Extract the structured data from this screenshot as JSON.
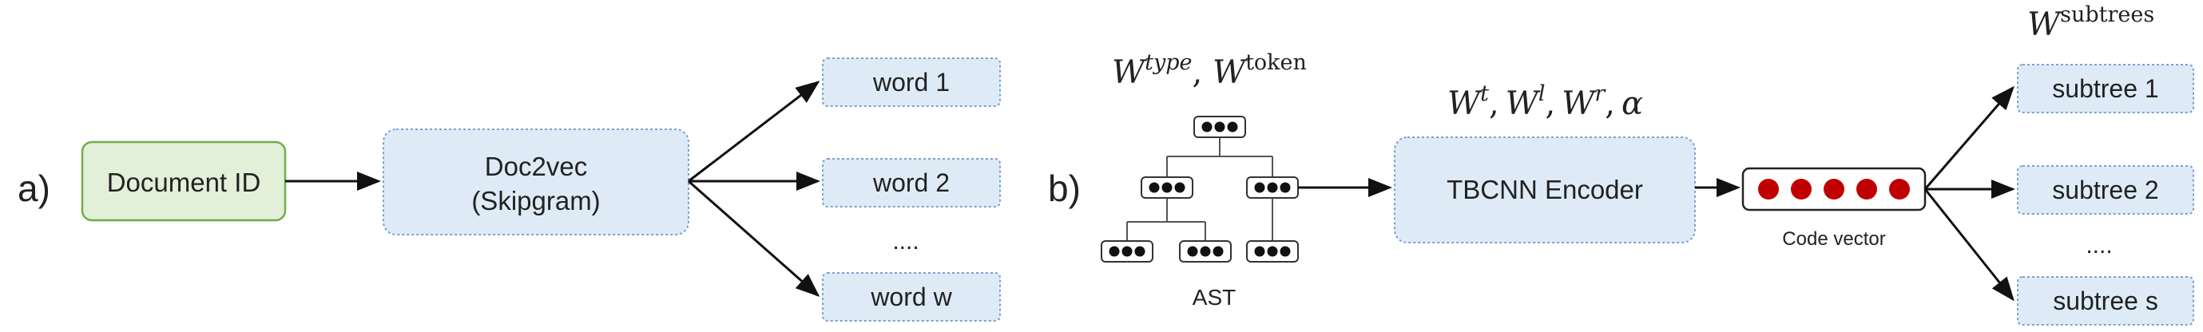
{
  "panel_a": {
    "label": "a)",
    "document_id": "Document ID",
    "doc2vec_line1": "Doc2vec",
    "doc2vec_line2": "(Skipgram)",
    "outputs": [
      "word 1",
      "word 2",
      "word w"
    ],
    "ellipsis": "...."
  },
  "panel_b": {
    "label": "b)",
    "ast_label": "AST",
    "ast_weights": {
      "w1": "W",
      "sup1": "type",
      "sep": ", ",
      "w2": "W",
      "sup2": "token"
    },
    "encoder_weights": {
      "w": "W",
      "sup_t": "t",
      "sup_l": "l",
      "sup_r": "r",
      "comma": ",",
      "alpha": "α"
    },
    "encoder": "TBCNN Encoder",
    "code_vector": "Code vector",
    "subtree_weights": {
      "w": "W",
      "sup": "subtrees"
    },
    "outputs": [
      "subtree 1",
      "subtree 2",
      "subtree s"
    ],
    "ellipsis": "...."
  },
  "colors": {
    "green_fill": "#e2efd9",
    "green_stroke": "#70ad47",
    "blue_fill": "#deebf7",
    "blue_stroke": "#7f9fcf",
    "red_dot": "#c00000"
  }
}
